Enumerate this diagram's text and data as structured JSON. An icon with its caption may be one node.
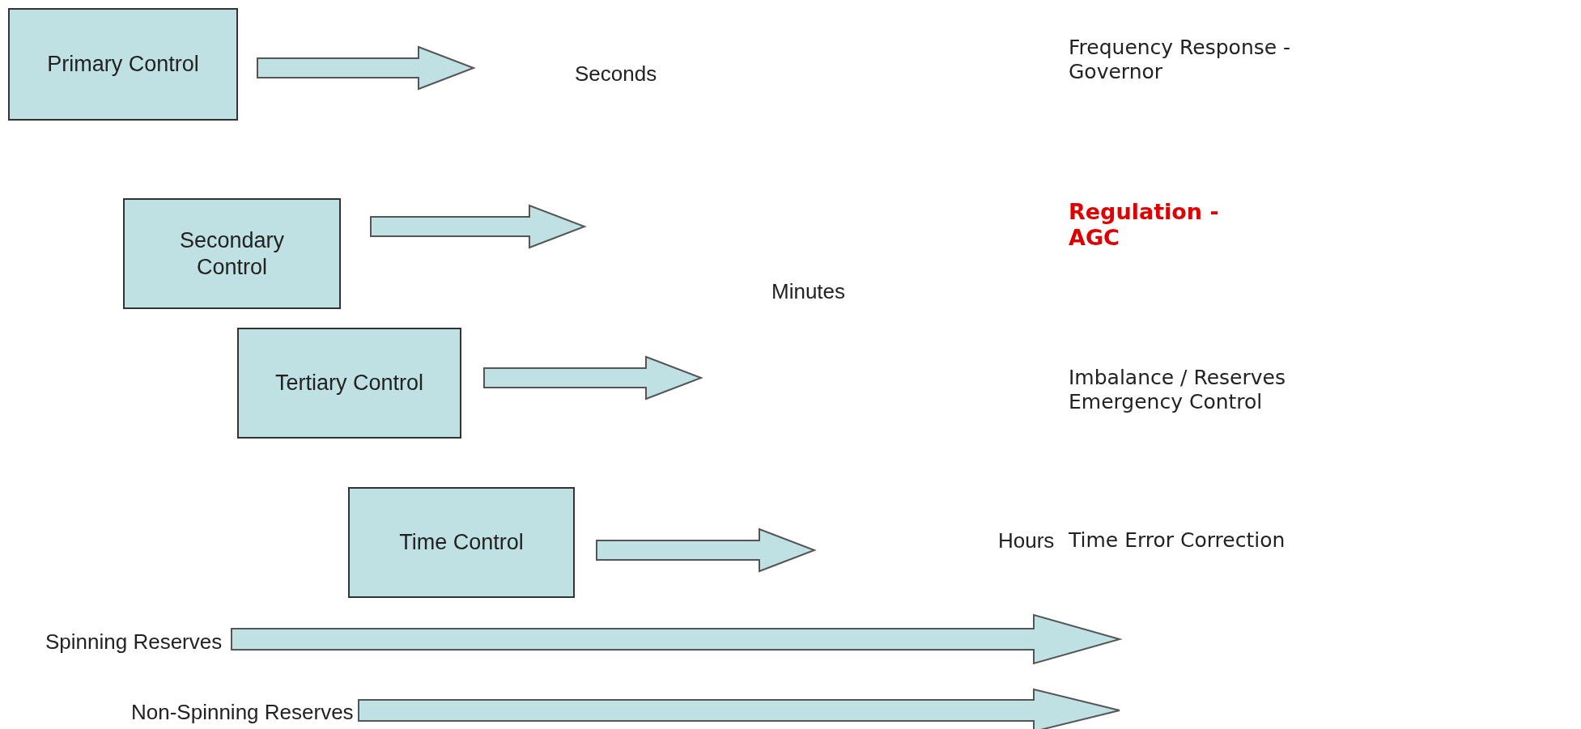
{
  "diagram": {
    "nodes": [
      {
        "text": [
          "Primary Control"
        ]
      },
      {
        "text": [
          "Secondary Control"
        ]
      },
      {
        "text": [
          "Tertiary Control"
        ]
      },
      {
        "text": [
          "Time Control"
        ]
      },
      {
        "text": [
          "Spinning Reserves"
        ]
      },
      {
        "text": [
          "Non-Spinning Reserves"
        ]
      }
    ],
    "edges": [
      {
        "from": 0,
        "to": null,
        "arrow": "to"
      },
      {
        "from": 1,
        "to": null,
        "arrow": "to"
      },
      {
        "from": 2,
        "to": null,
        "arrow": "to"
      },
      {
        "from": 3,
        "to": null,
        "arrow": "to"
      },
      {
        "from": 4,
        "to": null,
        "arrow": "to"
      },
      {
        "from": 5,
        "to": null,
        "arrow": "to"
      }
    ],
    "labels": [
      "Seconds",
      "Frequency Response - Governor",
      "Regulation - AGC",
      "Minutes",
      "Imbalance / Reserves Emergency Control",
      "Hours",
      "Time Error Correction"
    ]
  }
}
